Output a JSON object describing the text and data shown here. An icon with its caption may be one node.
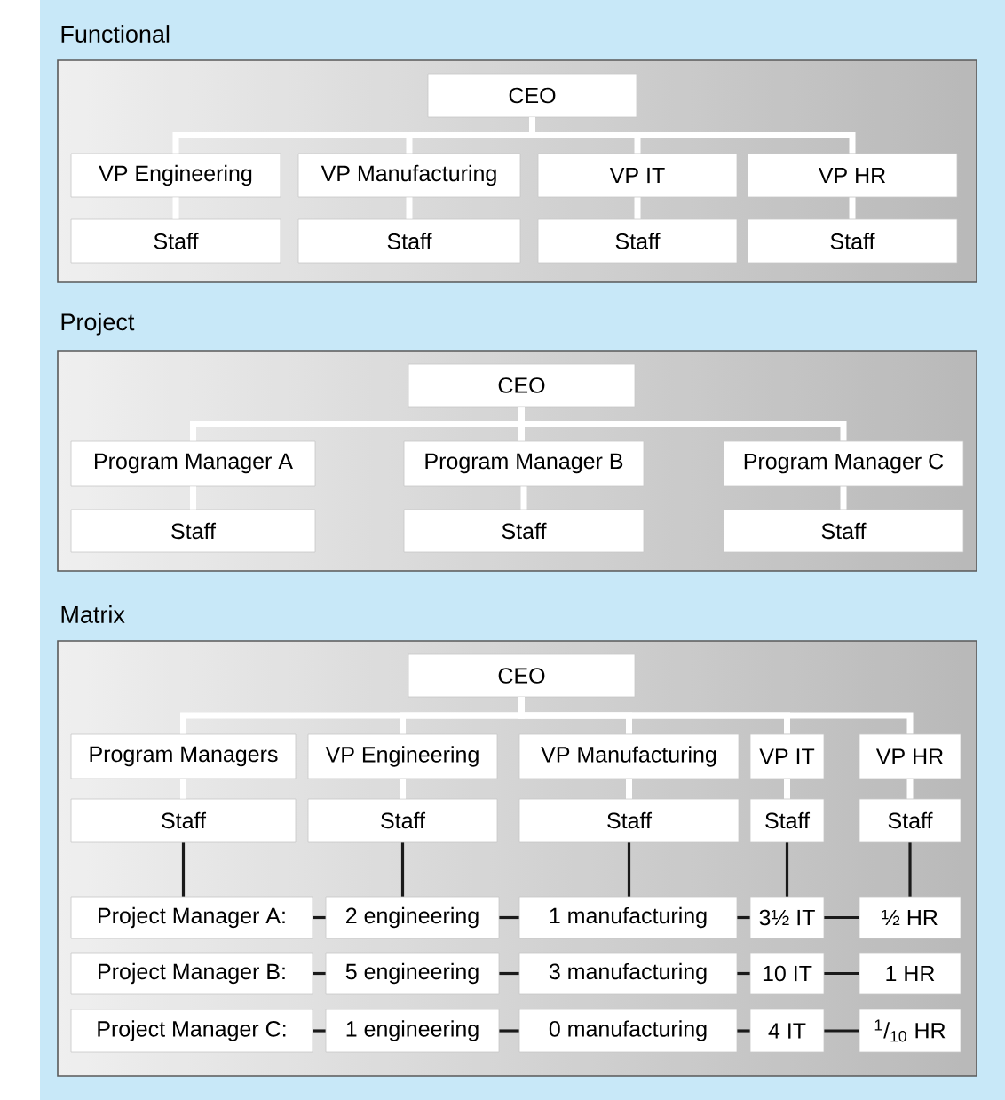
{
  "diagram": {
    "nodes": [
      {
        "text": [
          "Functional"
        ]
      },
      {
        "text": [
          "CEO"
        ],
        "in": 0
      },
      {
        "text": [
          "VP Engineering"
        ],
        "in": 0
      },
      {
        "text": [
          "VP Manufacturing"
        ],
        "in": 0
      },
      {
        "text": [
          "VP IT"
        ],
        "in": 0
      },
      {
        "text": [
          "VP HR"
        ],
        "in": 0
      },
      {
        "text": [
          "Staff"
        ],
        "in": 0
      },
      {
        "text": [
          "Staff"
        ],
        "in": 0
      },
      {
        "text": [
          "Staff"
        ],
        "in": 0
      },
      {
        "text": [
          "Staff"
        ],
        "in": 0
      },
      {
        "text": [
          "Project"
        ]
      },
      {
        "text": [
          "CEO"
        ],
        "in": 10
      },
      {
        "text": [
          "Program Manager A"
        ],
        "in": 10
      },
      {
        "text": [
          "Program Manager B"
        ],
        "in": 10
      },
      {
        "text": [
          "Program Manager C"
        ],
        "in": 10
      },
      {
        "text": [
          "Staff"
        ],
        "in": 10
      },
      {
        "text": [
          "Staff"
        ],
        "in": 10
      },
      {
        "text": [
          "Staff"
        ],
        "in": 10
      },
      {
        "text": [
          "Matrix"
        ]
      },
      {
        "text": [
          "CEO"
        ],
        "in": 18
      },
      {
        "text": [
          "Program Managers"
        ],
        "in": 18
      },
      {
        "text": [
          "VP Engineering"
        ],
        "in": 18
      },
      {
        "text": [
          "VP Manufacturing"
        ],
        "in": 18
      },
      {
        "text": [
          "VP IT"
        ],
        "in": 18
      },
      {
        "text": [
          "VP HR"
        ],
        "in": 18
      },
      {
        "text": [
          "Staff"
        ],
        "in": 18
      },
      {
        "text": [
          "Staff"
        ],
        "in": 18
      },
      {
        "text": [
          "Staff"
        ],
        "in": 18
      },
      {
        "text": [
          "Staff"
        ],
        "in": 18
      },
      {
        "text": [
          "Staff"
        ],
        "in": 18
      },
      {
        "text": [
          "Project Manager A:"
        ],
        "in": 18
      },
      {
        "text": [
          "2 engineering"
        ],
        "in": 18
      },
      {
        "text": [
          "1 manufacturing"
        ],
        "in": 18
      },
      {
        "text": [
          "3½ IT"
        ],
        "in": 18
      },
      {
        "text": [
          "½ HR"
        ],
        "in": 18
      },
      {
        "text": [
          "Project Manager B:"
        ],
        "in": 18
      },
      {
        "text": [
          "5 engineering"
        ],
        "in": 18
      },
      {
        "text": [
          "3 manufacturing"
        ],
        "in": 18
      },
      {
        "text": [
          "10 IT"
        ],
        "in": 18
      },
      {
        "text": [
          "1 HR"
        ],
        "in": 18
      },
      {
        "text": [
          "Project Manager C:"
        ],
        "in": 18
      },
      {
        "text": [
          "1 engineering"
        ],
        "in": 18
      },
      {
        "text": [
          "0 manufacturing"
        ],
        "in": 18
      },
      {
        "text": [
          "4 IT"
        ],
        "in": 18
      },
      {
        "text": [
          "$^{1}$/$_{10}$ HR"
        ],
        "in": 18
      }
    ],
    "edges": [
      {
        "from": 1,
        "to": 2,
        "arrow": "none"
      },
      {
        "from": 1,
        "to": 3,
        "arrow": "none"
      },
      {
        "from": 1,
        "to": 4,
        "arrow": "none"
      },
      {
        "from": 1,
        "to": 5,
        "arrow": "none"
      },
      {
        "from": 2,
        "to": 6,
        "arrow": "none"
      },
      {
        "from": 3,
        "to": 7,
        "arrow": "none"
      },
      {
        "from": 4,
        "to": 8,
        "arrow": "none"
      },
      {
        "from": 5,
        "to": 9,
        "arrow": "none"
      },
      {
        "from": 11,
        "to": 12,
        "arrow": "none"
      },
      {
        "from": 11,
        "to": 13,
        "arrow": "none"
      },
      {
        "from": 11,
        "to": 14,
        "arrow": "none"
      },
      {
        "from": 12,
        "to": 15,
        "arrow": "none"
      },
      {
        "from": 13,
        "to": 16,
        "arrow": "none"
      },
      {
        "from": 14,
        "to": 17,
        "arrow": "none"
      },
      {
        "from": 19,
        "to": 20,
        "arrow": "none"
      },
      {
        "from": 19,
        "to": 21,
        "arrow": "none"
      },
      {
        "from": 19,
        "to": 22,
        "arrow": "none"
      },
      {
        "from": 19,
        "to": 23,
        "arrow": "none"
      },
      {
        "from": 19,
        "to": 24,
        "arrow": "none"
      },
      {
        "from": 20,
        "to": 25,
        "arrow": "none"
      },
      {
        "from": 21,
        "to": 26,
        "arrow": "none"
      },
      {
        "from": 22,
        "to": 27,
        "arrow": "none"
      },
      {
        "from": 23,
        "to": 28,
        "arrow": "none"
      },
      {
        "from": 24,
        "to": 29,
        "arrow": "none"
      },
      {
        "from": 25,
        "to": 30,
        "arrow": "none",
        "color": "#1a1a1a"
      },
      {
        "from": 26,
        "to": 31,
        "arrow": "none",
        "color": "#1a1a1a"
      },
      {
        "from": 27,
        "to": 32,
        "arrow": "none",
        "color": "#1a1a1a"
      },
      {
        "from": 28,
        "to": 33,
        "arrow": "none",
        "color": "#1a1a1a"
      },
      {
        "from": 29,
        "to": 34,
        "arrow": "none",
        "color": "#1a1a1a"
      },
      {
        "from": 30,
        "to": 31,
        "arrow": "none",
        "color": "#1a1a1a"
      },
      {
        "from": 31,
        "to": 32,
        "arrow": "none",
        "color": "#1a1a1a"
      },
      {
        "from": 32,
        "to": 33,
        "arrow": "none",
        "color": "#1a1a1a"
      },
      {
        "from": 33,
        "to": 34,
        "arrow": "none",
        "color": "#1a1a1a"
      },
      {
        "from": 35,
        "to": 36,
        "arrow": "none",
        "color": "#1a1a1a"
      },
      {
        "from": 36,
        "to": 37,
        "arrow": "none",
        "color": "#1a1a1a"
      },
      {
        "from": 37,
        "to": 38,
        "arrow": "none",
        "color": "#1a1a1a"
      },
      {
        "from": 38,
        "to": 39,
        "arrow": "none",
        "color": "#1a1a1a"
      },
      {
        "from": 40,
        "to": 41,
        "arrow": "none",
        "color": "#1a1a1a"
      },
      {
        "from": 41,
        "to": 42,
        "arrow": "none",
        "color": "#1a1a1a"
      },
      {
        "from": 42,
        "to": 43,
        "arrow": "none",
        "color": "#1a1a1a"
      },
      {
        "from": 43,
        "to": 44,
        "arrow": "none",
        "color": "#1a1a1a"
      }
    ]
  }
}
